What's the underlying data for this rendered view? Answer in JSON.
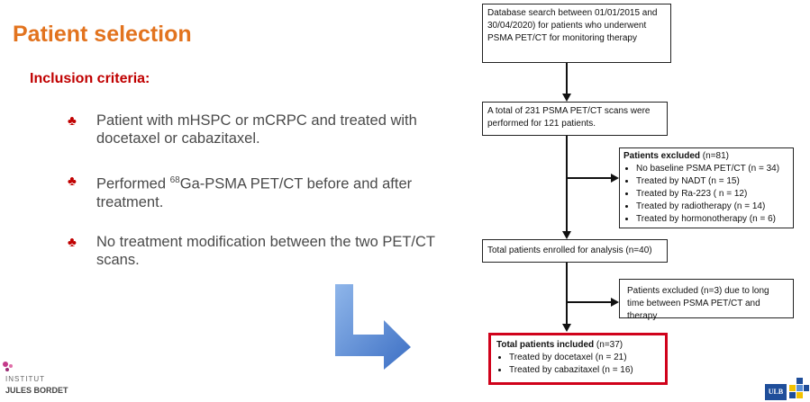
{
  "header": {
    "title": "Patient selection",
    "subtitle": "Inclusion criteria:"
  },
  "criteria": [
    {
      "text_html": "Patient with mHSPC or mCRPC and treated with docetaxel or cabazitaxel."
    },
    {
      "pre": "Performed ",
      "sup": "68",
      "post": "Ga-PSMA PET/CT before and after treatment."
    },
    {
      "text_html": "No treatment modification between the two PET/CT scans."
    }
  ],
  "flowchart": {
    "step1": "Database search between 01/01/2015 and 30/04/2020) for patients who underwent PSMA PET/CT for monitoring therapy",
    "step2": "A total of 231 PSMA PET/CT scans were performed for 121 patients.",
    "excluded1": {
      "title": "Patients excluded",
      "count": " (n=81)",
      "items": [
        "No baseline PSMA PET/CT (n = 34)",
        "Treated by NADT (n = 15)",
        "Treated by Ra-223 ( n = 12)",
        "Treated by radiotherapy (n = 14)",
        "Treated by hormonotherapy (n = 6)"
      ]
    },
    "step3": "Total patients enrolled for analysis (n=40)",
    "excluded2": "Patients excluded (n=3) due to long time between PSMA PET/CT and therapy",
    "final": {
      "title": "Total patients included",
      "count": " (n=37)",
      "items": [
        "Treated by docetaxel (n = 21)",
        "Treated by cabazitaxel (n = 16)"
      ]
    }
  },
  "logos": {
    "left_line1": "INSTITUT",
    "left_line2": "JULES BORDET",
    "right_text": "ULB"
  },
  "colors": {
    "title": "#E2731E",
    "subtitle": "#C00000",
    "bullet": "#C00000",
    "final_border": "#D0021B",
    "arrow": "#4A7FD0"
  }
}
